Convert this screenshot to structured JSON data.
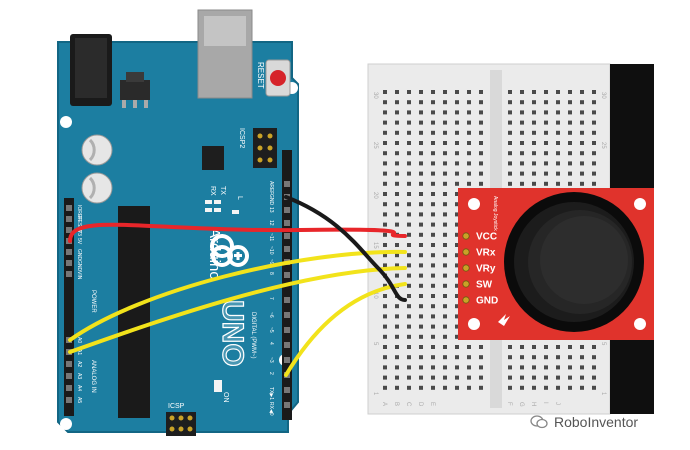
{
  "arduino": {
    "brand": "Arduino",
    "model": "UNO",
    "reset_label": "RESET",
    "icsp2_label": "ICSP2",
    "icsp_label": "ICSP",
    "tx_label": "TX",
    "rx_label": "RX",
    "l_label": "L",
    "on_label": "ON",
    "power_label": "POWER",
    "analog_label": "ANALOG IN",
    "digital_label": "DIGITAL (PWM~)",
    "power_pins": [
      "IOREF",
      "RESET",
      "3V3",
      "5V",
      "GND",
      "GND",
      "VIN"
    ],
    "analog_pins": [
      "A0",
      "A1",
      "A2",
      "A3",
      "A4",
      "A5"
    ],
    "top_header_pins": [
      "AREF",
      "GND",
      "13",
      "12",
      "~11",
      "~10",
      "~9",
      "8"
    ],
    "bottom_header_pins": [
      "7",
      "~6",
      "~5",
      "4",
      "~3",
      "2",
      "TX▶1",
      "RX◀0"
    ]
  },
  "breadboard": {
    "row_numbers": [
      "30",
      "25",
      "20",
      "15",
      "10",
      "5",
      "1"
    ],
    "column_letters": [
      "A",
      "B",
      "C",
      "D",
      "E",
      "F",
      "G",
      "H",
      "I",
      "J"
    ]
  },
  "joystick": {
    "title": "Analog Joystick",
    "pins": [
      "VCC",
      "VRx",
      "VRy",
      "SW",
      "GND"
    ]
  },
  "wires": [
    {
      "from": "5V",
      "to": "VCC",
      "color": "#e8262a"
    },
    {
      "from": "A0",
      "to": "VRx",
      "color": "#f2e31b"
    },
    {
      "from": "A1",
      "to": "VRy",
      "color": "#f2e31b"
    },
    {
      "from": "2",
      "to": "SW",
      "color": "#f2e31b"
    },
    {
      "from": "GND",
      "to": "GND",
      "color": "#1a1a1a"
    }
  ],
  "watermark": {
    "text": "RoboInventor"
  },
  "colors": {
    "board": "#1c7ea1",
    "board_edge": "#126684",
    "breakout": "#e0332c",
    "breadboard": "#efefef"
  }
}
